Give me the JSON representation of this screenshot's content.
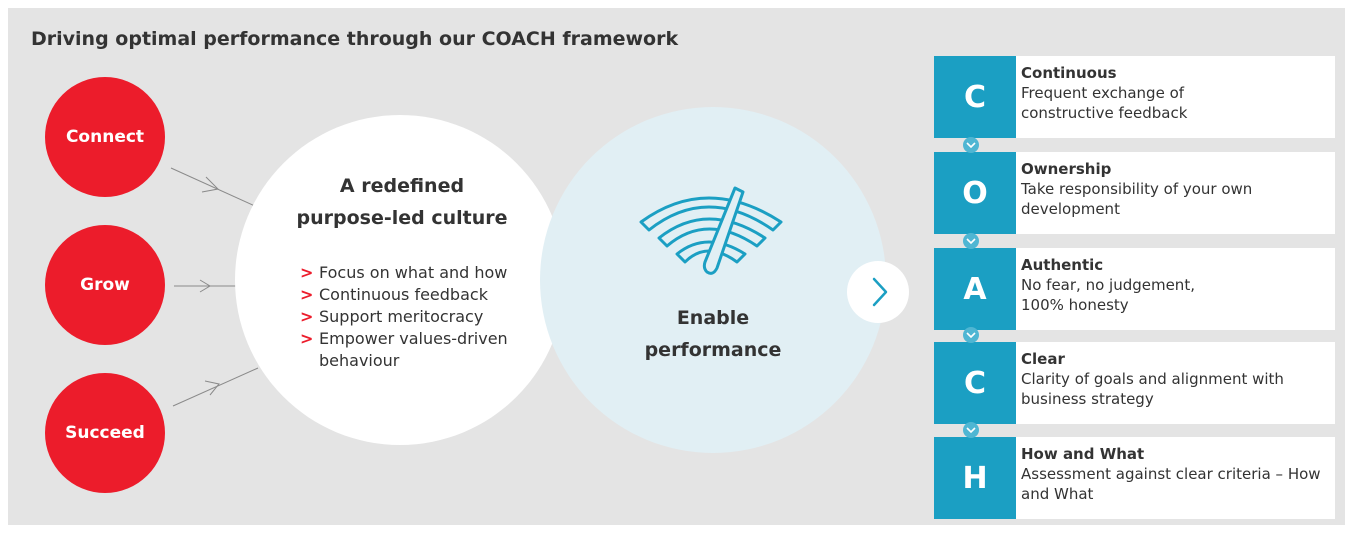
{
  "title": "Driving optimal performance through our COACH framework",
  "pillars": [
    {
      "label": "Connect"
    },
    {
      "label": "Grow"
    },
    {
      "label": "Succeed"
    }
  ],
  "culture": {
    "title_line1": "A redefined",
    "title_line2": "purpose-led culture",
    "bullet_marker": ">",
    "bullets": [
      "Focus on what and how",
      "Continuous feedback",
      "Support meritocracy",
      "Empower values-driven behaviour"
    ]
  },
  "enable": {
    "line1": "Enable",
    "line2": "performance",
    "icon": "speedometer-icon"
  },
  "next_icon": "chevron-right-icon",
  "coach": [
    {
      "letter": "C",
      "heading": "Continuous",
      "description": "Frequent exchange of constructive feedback"
    },
    {
      "letter": "O",
      "heading": "Ownership",
      "description": "Take responsibility of your own development"
    },
    {
      "letter": "A",
      "heading": "Authentic",
      "description": "No fear, no judgement, 100% honesty"
    },
    {
      "letter": "C",
      "heading": "Clear",
      "description": "Clarity of goals and alignment with business strategy"
    },
    {
      "letter": "H",
      "heading": "How and What",
      "description": "Assessment against clear criteria – How and What"
    }
  ],
  "colors": {
    "accent_red": "#ec1c2b",
    "accent_blue": "#1b9fc3",
    "panel_background": "#e4e4e4",
    "enable_circle": "#e1eff4"
  }
}
